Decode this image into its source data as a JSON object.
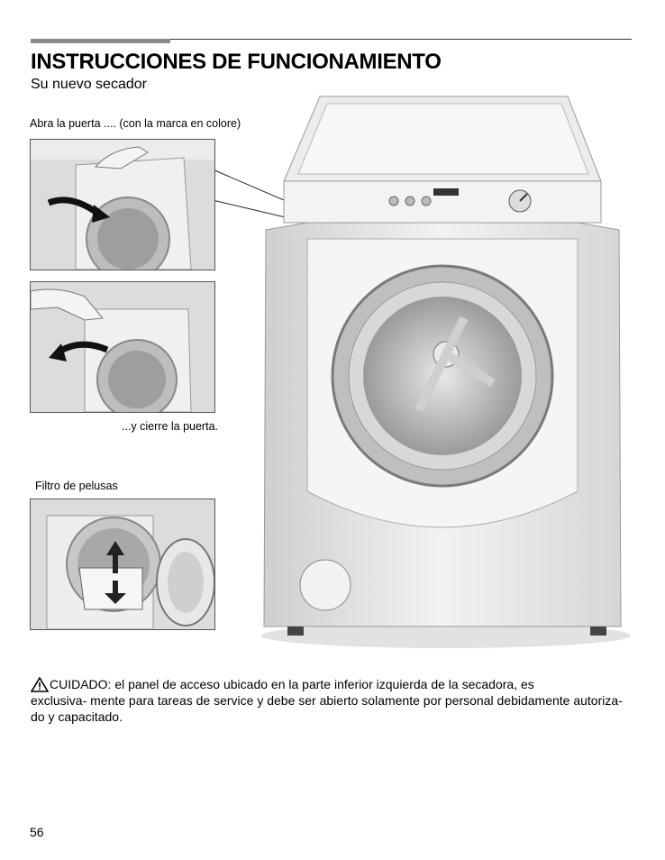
{
  "header": {
    "title": "INSTRUCCIONES DE FUNCIONAMIENTO",
    "subtitle": "Su nuevo secador"
  },
  "figure": {
    "open_door_label": "Abra la puerta .... (con la marca en colore)",
    "close_door_label": "...y cierre la puerta.",
    "lint_filter_label": "Filtro de pelusas"
  },
  "caution": {
    "icon": "warning-triangle-icon",
    "text_line1": "CUIDADO: el panel de acceso ubicado en la parte inferior izquierda de la secadora, es",
    "text_rest": "exclusiva- mente para tareas de service y debe ser abierto solamente por personal debidamente autoriza- do y capacitado."
  },
  "footer": {
    "page_number": "56"
  }
}
